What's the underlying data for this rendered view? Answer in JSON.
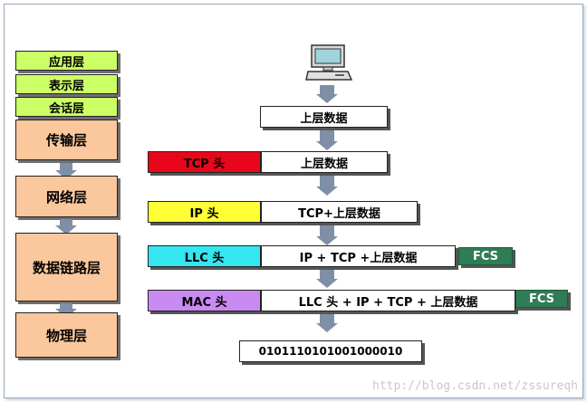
{
  "layers": {
    "application": "应用层",
    "presentation": "表示层",
    "session": "会话层",
    "transport": "传输层",
    "network": "网络层",
    "datalink": "数据链路层",
    "physical": "物理层"
  },
  "flow": {
    "upper_data": "上层数据",
    "tcp_header": "TCP 头",
    "tcp_segment_data": "上层数据",
    "ip_header": "IP 头",
    "ip_packet_data": "TCP+上层数据",
    "llc_header": "LLC 头",
    "llc_frame_data": "IP + TCP +上层数据",
    "llc_fcs": "FCS",
    "mac_header": "MAC 头",
    "mac_frame_data": "LLC 头 + IP + TCP + 上层数据",
    "mac_fcs": "FCS",
    "bits": "0101110101001000010"
  },
  "icons": {
    "computer": "computer-icon"
  },
  "colors": {
    "osi_upper": "#ccff66",
    "osi_lower": "#fbc79c",
    "tcp_header": "#e8071a",
    "ip_header": "#ffff33",
    "llc_header": "#33e6f2",
    "mac_header": "#c98af2",
    "fcs": "#2e7d55",
    "arrow": "#7f8fa6"
  },
  "watermark": "http://blog.csdn.net/zssureqh"
}
